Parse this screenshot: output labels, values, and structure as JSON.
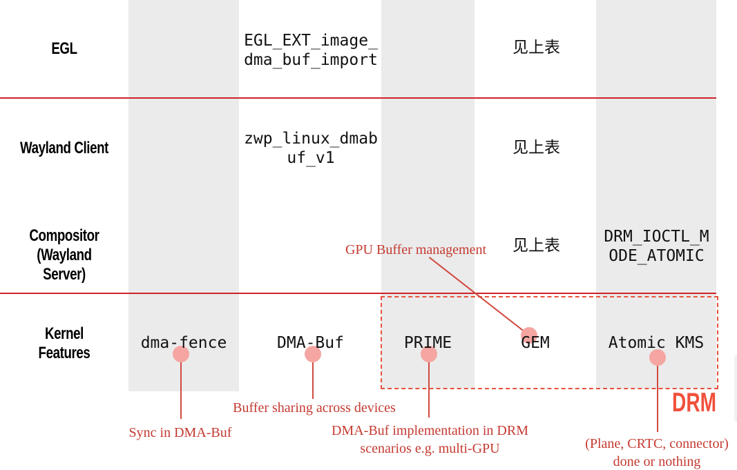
{
  "layers": {
    "egl": "EGL",
    "wayland_client": "Wayland Client",
    "compositor": {
      "line1": "Compositor",
      "line2": "(Wayland Server)"
    },
    "kernel": {
      "line1": "Kernel",
      "line2": "Features"
    }
  },
  "cells": {
    "egl_dmabuf": "EGL_EXT_image_dma_buf_import",
    "egl_gem": "见上表",
    "wayland_dmabuf": "zwp_linux_dmabuf_v1",
    "wayland_gem": "见上表",
    "compositor_gem": "见上表",
    "compositor_atomic": "DRM_IOCTL_MODE_ATOMIC"
  },
  "kernel_row": {
    "dma_fence": "dma-fence",
    "dma_buf": "DMA-Buf",
    "prime": "PRIME",
    "gem": "GEM",
    "atomic_kms": "Atomic KMS"
  },
  "annotations": {
    "gpu_buffer_management": "GPU Buffer management",
    "sync_in_dma_buf": "Sync in DMA-Buf",
    "buffer_sharing": "Buffer sharing across devices",
    "prime_note": {
      "line1": "DMA-Buf implementation in DRM",
      "line2": "scenarios e.g. multi-GPU"
    },
    "atomic_note": {
      "line1": "(Plane, CRTC, connector)",
      "line2": "done or nothing"
    },
    "drm_group": "DRM"
  },
  "colors": {
    "band_gray": "#ebebeb",
    "separator_red": "#cf2127",
    "dashed_red": "#e8513d",
    "leader_red": "#d04a40",
    "dot_pink": "#f5a6a2",
    "annotation_red": "#c43a31",
    "drm_label_red": "#f0503c"
  }
}
